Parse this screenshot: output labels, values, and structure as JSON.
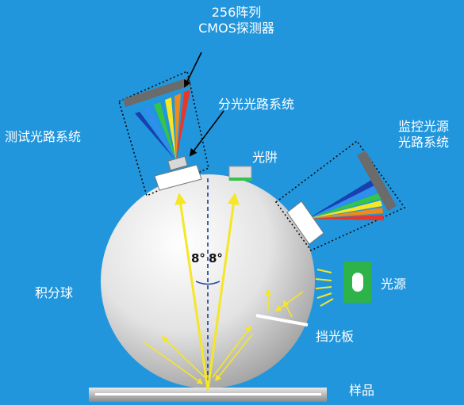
{
  "labels": {
    "array_detector_line1": "256阵列",
    "array_detector_line2": "CMOS探测器",
    "split_light_path": "分光光路系统",
    "test_light_path": "测试光路系统",
    "light_trap": "光阱",
    "monitor_light_path_line1": "监控光源",
    "monitor_light_path_line2": "光路系统",
    "integrating_sphere": "积分球",
    "light_source": "光源",
    "light_baffle": "挡光板",
    "sample": "样品",
    "angle_left": "8°",
    "angle_right": "8°"
  },
  "colors": {
    "background": "#2196dc",
    "ray": "#f5e626",
    "detector": "#6b6b6b",
    "light_source_box": "#2eb24a",
    "light_trap_green": "#39c24a"
  }
}
